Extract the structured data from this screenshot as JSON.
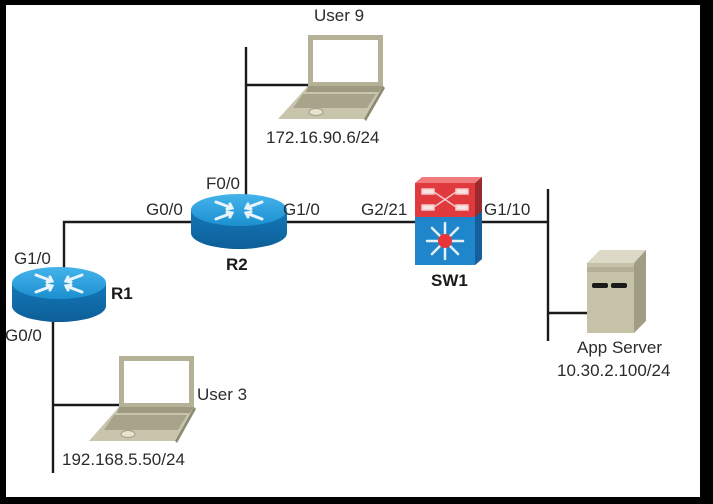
{
  "diagram": {
    "devices": {
      "r1": {
        "name": "R1",
        "type": "router"
      },
      "r2": {
        "name": "R2",
        "type": "router"
      },
      "sw1": {
        "name": "SW1",
        "type": "multilayer-switch"
      },
      "user9": {
        "name": "User 9",
        "ip": "172.16.90.6/24",
        "type": "laptop"
      },
      "user3": {
        "name": "User 3",
        "ip": "192.168.5.50/24",
        "type": "laptop"
      },
      "app_server": {
        "name": "App Server",
        "ip": "10.30.2.100/24",
        "type": "server"
      }
    },
    "interfaces": {
      "r1_g1_0": "G1/0",
      "r1_g0_0": "G0/0",
      "r2_g0_0": "G0/0",
      "r2_f0_0": "F0/0",
      "r2_g1_0": "G1/0",
      "sw1_g2_21": "G2/21",
      "sw1_g1_10": "G1/10"
    },
    "colors": {
      "router_blue": "#1a8fd0",
      "switch_red": "#e03a3e",
      "switch_blue": "#1f86cc",
      "device_tan": "#b5b196",
      "link": "#1a1a1a"
    }
  }
}
